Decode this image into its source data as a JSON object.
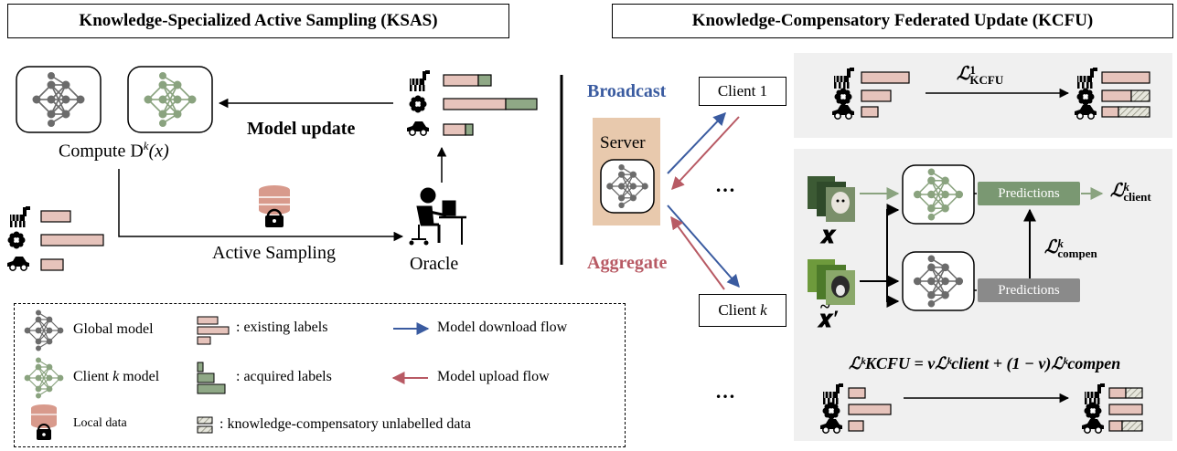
{
  "colors": {
    "existing_label": "#e6c3bb",
    "acquired_label": "#8fa886",
    "broadcast_blue": "#3a5ba0",
    "aggregate_red": "#b85a64",
    "server_bg": "#e8c9ad",
    "panel_bg": "#f0f0f0",
    "global_model": "#6b6b6b",
    "client_model": "#8aa37f"
  },
  "ksas": {
    "title": "Knowledge-Specialized Active Sampling (KSAS)",
    "compute_label": "Compute D",
    "compute_sup": "k",
    "compute_arg": "(x)",
    "model_update": "Model update",
    "active_sampling": "Active Sampling",
    "oracle": "Oracle"
  },
  "kcfu": {
    "title": "Knowledge-Compensatory Federated Update (KCFU)",
    "broadcast": "Broadcast",
    "aggregate": "Aggregate",
    "server": "Server",
    "client_1": "Client 1",
    "client_k_prefix": "Client ",
    "client_k_var": "k",
    "ellipsis": "…",
    "loss_kcfu1": "ℒ",
    "loss_kcfu1_sub": "KCFU",
    "loss_kcfu1_sup": "1",
    "predictions": "Predictions",
    "loss_client": "ℒ",
    "loss_client_sub": "client",
    "loss_client_sup": "k",
    "loss_compen": "ℒ",
    "loss_compen_sub": "compen",
    "loss_compen_sup": "k",
    "x_label": "𝒙",
    "x_tilde_label": "𝒙′",
    "equation": "ℒᵏKCFU = νℒᵏclient + (1 − ν)ℒᵏcompen"
  },
  "legend": {
    "global_model": "Global model",
    "client_model_prefix": "Client ",
    "client_model_var": "k",
    "client_model_suffix": " model",
    "local_data": "Local data",
    "existing_labels": ": existing labels",
    "acquired_labels": ": acquired labels",
    "compensatory": ": knowledge-compensatory unlabelled data",
    "download_flow": "Model download flow",
    "upload_flow": "Model upload flow"
  },
  "icons": [
    "zebra-icon",
    "flower-icon",
    "car-icon",
    "database-lock-icon",
    "oracle-person-icon",
    "neural-network-icon",
    "dog-image-icon"
  ]
}
